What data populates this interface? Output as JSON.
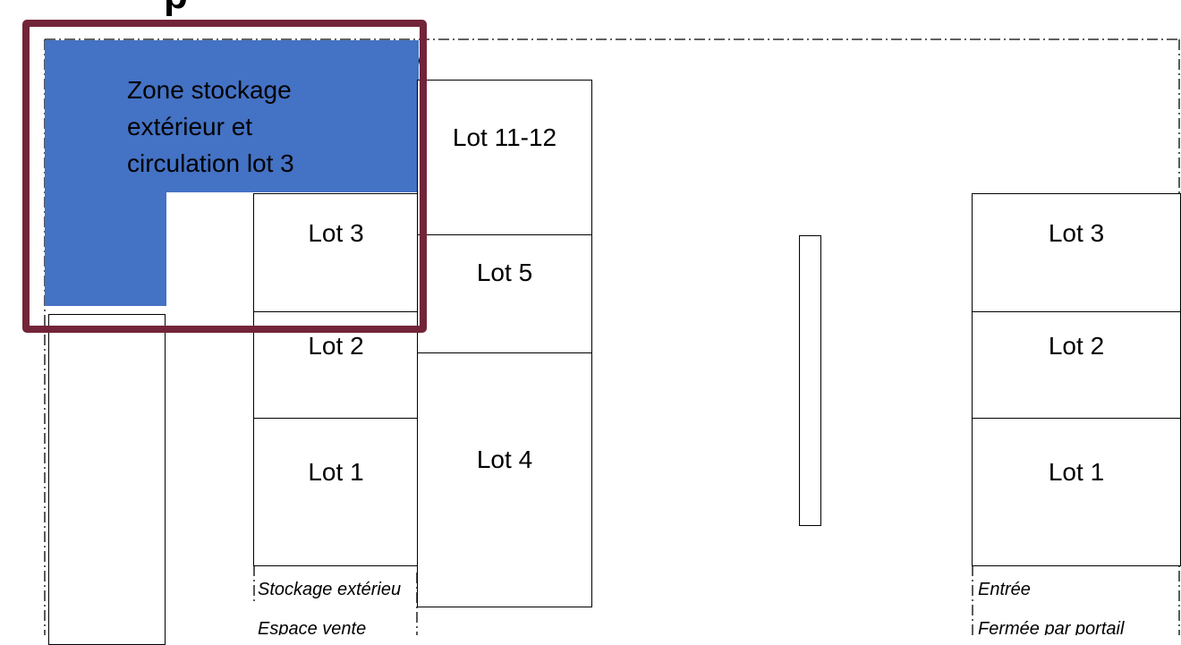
{
  "heading_fragment": "p",
  "zone": {
    "label_lines": [
      "Zone stockage",
      "extérieur et",
      "circulation lot 3"
    ],
    "fill_color": "#4472C4",
    "highlight_border_color": "#722538"
  },
  "left_block": {
    "lots": [
      "Lot 3",
      "Lot 2",
      "Lot 1"
    ],
    "caption_1": "Stockage extérieu",
    "caption_2": "Espace vente"
  },
  "middle_block": {
    "lots": [
      "Lot 11-12",
      "Lot 5",
      "Lot 4"
    ]
  },
  "right_block": {
    "lots": [
      "Lot 3",
      "Lot 2",
      "Lot 1"
    ],
    "caption_1": "Entrée",
    "caption_2": "Fermée par portail"
  }
}
